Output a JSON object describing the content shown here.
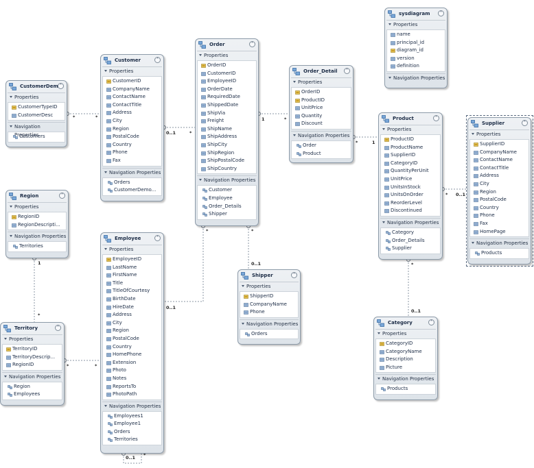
{
  "entities": {
    "customer_demographic": {
      "title": "CustomerDem...",
      "properties_label": "Properties",
      "navigation_label": "Navigation Properties",
      "properties": [
        {
          "name": "CustomerTypeID",
          "key": true
        },
        {
          "name": "CustomerDesc",
          "key": false
        }
      ],
      "navigation": [
        "Customers"
      ]
    },
    "customer": {
      "title": "Customer",
      "properties_label": "Properties",
      "navigation_label": "Navigation Properties",
      "properties": [
        {
          "name": "CustomerID",
          "key": true
        },
        {
          "name": "CompanyName",
          "key": false
        },
        {
          "name": "ContactName",
          "key": false
        },
        {
          "name": "ContactTitle",
          "key": false
        },
        {
          "name": "Address",
          "key": false
        },
        {
          "name": "City",
          "key": false
        },
        {
          "name": "Region",
          "key": false
        },
        {
          "name": "PostalCode",
          "key": false
        },
        {
          "name": "Country",
          "key": false
        },
        {
          "name": "Phone",
          "key": false
        },
        {
          "name": "Fax",
          "key": false
        }
      ],
      "navigation": [
        "Orders",
        "CustomerDemo..."
      ]
    },
    "order": {
      "title": "Order",
      "properties_label": "Properties",
      "navigation_label": "Navigation Properties",
      "properties": [
        {
          "name": "OrderID",
          "key": true
        },
        {
          "name": "CustomerID",
          "key": false
        },
        {
          "name": "EmployeeID",
          "key": false
        },
        {
          "name": "OrderDate",
          "key": false
        },
        {
          "name": "RequiredDate",
          "key": false
        },
        {
          "name": "ShippedDate",
          "key": false
        },
        {
          "name": "ShipVia",
          "key": false
        },
        {
          "name": "Freight",
          "key": false
        },
        {
          "name": "ShipName",
          "key": false
        },
        {
          "name": "ShipAddress",
          "key": false
        },
        {
          "name": "ShipCity",
          "key": false
        },
        {
          "name": "ShipRegion",
          "key": false
        },
        {
          "name": "ShipPostalCode",
          "key": false
        },
        {
          "name": "ShipCountry",
          "key": false
        }
      ],
      "navigation": [
        "Customer",
        "Employee",
        "Order_Details",
        "Shipper"
      ]
    },
    "order_detail": {
      "title": "Order_Detail",
      "properties_label": "Properties",
      "navigation_label": "Navigation Properties",
      "properties": [
        {
          "name": "OrderID",
          "key": true
        },
        {
          "name": "ProductID",
          "key": true
        },
        {
          "name": "UnitPrice",
          "key": false
        },
        {
          "name": "Quantity",
          "key": false
        },
        {
          "name": "Discount",
          "key": false
        }
      ],
      "navigation": [
        "Order",
        "Product"
      ]
    },
    "sysdiagram": {
      "title": "sysdiagram",
      "properties_label": "Properties",
      "navigation_label": "Navigation Properties",
      "properties": [
        {
          "name": "name",
          "key": false
        },
        {
          "name": "principal_id",
          "key": false
        },
        {
          "name": "diagram_id",
          "key": true
        },
        {
          "name": "version",
          "key": false
        },
        {
          "name": "definition",
          "key": false
        }
      ],
      "navigation": []
    },
    "product": {
      "title": "Product",
      "properties_label": "Properties",
      "navigation_label": "Navigation Properties",
      "properties": [
        {
          "name": "ProductID",
          "key": true
        },
        {
          "name": "ProductName",
          "key": false
        },
        {
          "name": "SupplierID",
          "key": false
        },
        {
          "name": "CategoryID",
          "key": false
        },
        {
          "name": "QuantityPerUnit",
          "key": false
        },
        {
          "name": "UnitPrice",
          "key": false
        },
        {
          "name": "UnitsInStock",
          "key": false
        },
        {
          "name": "UnitsOnOrder",
          "key": false
        },
        {
          "name": "ReorderLevel",
          "key": false
        },
        {
          "name": "Discontinued",
          "key": false
        }
      ],
      "navigation": [
        "Category",
        "Order_Details",
        "Supplier"
      ]
    },
    "supplier": {
      "title": "Supplier",
      "properties_label": "Properties",
      "navigation_label": "Navigation Properties",
      "properties": [
        {
          "name": "SupplierID",
          "key": true
        },
        {
          "name": "CompanyName",
          "key": false
        },
        {
          "name": "ContactName",
          "key": false
        },
        {
          "name": "ContactTitle",
          "key": false
        },
        {
          "name": "Address",
          "key": false
        },
        {
          "name": "City",
          "key": false
        },
        {
          "name": "Region",
          "key": false
        },
        {
          "name": "PostalCode",
          "key": false
        },
        {
          "name": "Country",
          "key": false
        },
        {
          "name": "Phone",
          "key": false
        },
        {
          "name": "Fax",
          "key": false
        },
        {
          "name": "HomePage",
          "key": false
        }
      ],
      "navigation": [
        "Products"
      ]
    },
    "region": {
      "title": "Region",
      "properties_label": "Properties",
      "navigation_label": "Navigation Properties",
      "properties": [
        {
          "name": "RegionID",
          "key": true
        },
        {
          "name": "RegionDescripti...",
          "key": false
        }
      ],
      "navigation": [
        "Territories"
      ]
    },
    "employee": {
      "title": "Employee",
      "properties_label": "Properties",
      "navigation_label": "Navigation Properties",
      "properties": [
        {
          "name": "EmployeeID",
          "key": true
        },
        {
          "name": "LastName",
          "key": false
        },
        {
          "name": "FirstName",
          "key": false
        },
        {
          "name": "Title",
          "key": false
        },
        {
          "name": "TitleOfCourtesy",
          "key": false
        },
        {
          "name": "BirthDate",
          "key": false
        },
        {
          "name": "HireDate",
          "key": false
        },
        {
          "name": "Address",
          "key": false
        },
        {
          "name": "City",
          "key": false
        },
        {
          "name": "Region",
          "key": false
        },
        {
          "name": "PostalCode",
          "key": false
        },
        {
          "name": "Country",
          "key": false
        },
        {
          "name": "HomePhone",
          "key": false
        },
        {
          "name": "Extension",
          "key": false
        },
        {
          "name": "Photo",
          "key": false
        },
        {
          "name": "Notes",
          "key": false
        },
        {
          "name": "ReportsTo",
          "key": false
        },
        {
          "name": "PhotoPath",
          "key": false
        }
      ],
      "navigation": [
        "Employees1",
        "Employee1",
        "Orders",
        "Territories"
      ]
    },
    "shipper": {
      "title": "Shipper",
      "properties_label": "Properties",
      "navigation_label": "Navigation Properties",
      "properties": [
        {
          "name": "ShipperID",
          "key": true
        },
        {
          "name": "CompanyName",
          "key": false
        },
        {
          "name": "Phone",
          "key": false
        }
      ],
      "navigation": [
        "Orders"
      ]
    },
    "territory": {
      "title": "Territory",
      "properties_label": "Properties",
      "navigation_label": "Navigation Properties",
      "properties": [
        {
          "name": "TerritoryID",
          "key": true
        },
        {
          "name": "TerritoryDescrip...",
          "key": false
        },
        {
          "name": "RegionID",
          "key": false
        }
      ],
      "navigation": [
        "Region",
        "Employees"
      ]
    },
    "category": {
      "title": "Category",
      "properties_label": "Properties",
      "navigation_label": "Navigation Properties",
      "properties": [
        {
          "name": "CategoryID",
          "key": true
        },
        {
          "name": "CategoryName",
          "key": false
        },
        {
          "name": "Description",
          "key": false
        },
        {
          "name": "Picture",
          "key": false
        }
      ],
      "navigation": [
        "Products"
      ]
    }
  },
  "multiplicities": {
    "custdemo_customer_left": "*",
    "custdemo_customer_right": "*",
    "customer_order_left": "0..1",
    "customer_order_right": "*",
    "order_orderdetail_left": "1",
    "order_orderdetail_right": "*",
    "orderdetail_product_left": "*",
    "orderdetail_product_right": "1",
    "product_supplier_left": "*",
    "product_supplier_right": "0..1",
    "order_employee_top": "*",
    "order_employee_bottom": "0..1",
    "order_shipper_top": "*",
    "order_shipper_bottom": "0..1",
    "product_category_top": "*",
    "product_category_bottom": "0..1",
    "region_territory_top": "1",
    "region_territory_bottom": "*",
    "territory_employee_left": "*",
    "territory_employee_right": "*",
    "employee_self_left": "0..1",
    "employee_self_right": "*"
  },
  "colors": {
    "entity_border": "#8c9aa8",
    "connector": "#8a96a3",
    "text": "#1b2b45"
  }
}
